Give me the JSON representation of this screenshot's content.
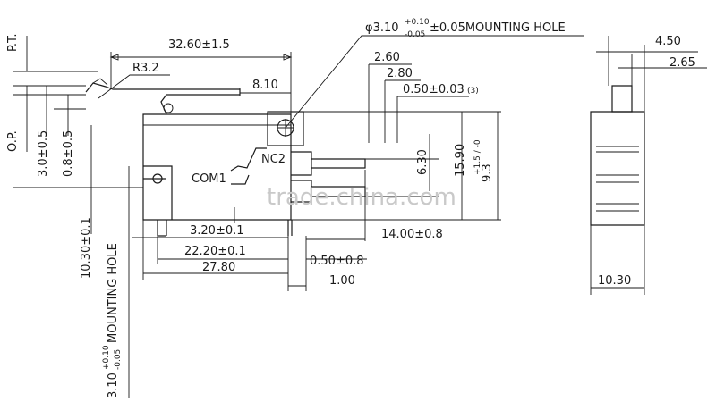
{
  "labels": {
    "pt": "P.T.",
    "op": "O.P.",
    "r32": "R3.2",
    "d3260": "32.60±1.5",
    "d810": "8.10",
    "mount_top": "φ3.10",
    "mount_top_sup": "+0.10",
    "mount_top_sub": "-0.05",
    "mount_top_rest": "±0.05MOUNTING HOLE",
    "d260": "2.60",
    "d280": "2.80",
    "d050a": "0.50±0.03",
    "d050a_note": "(3)",
    "d30": "3.0±0.5",
    "d08": "0.8±0.5",
    "d630": "6.30",
    "d1590": "15.90",
    "d93": "9.3",
    "d93_tol": "+1.5 / -0",
    "nc": "NC2",
    "com": "COM1",
    "d1030v": "10.30±0.1",
    "mount_left": "3.10",
    "mount_left_sup": "+0.10",
    "mount_left_sub": "-0.05",
    "mount_left_rest": " MOUNTING HOLE",
    "d320": "3.20±0.1",
    "d2220": "22.20±0.1",
    "d2780": "27.80",
    "d050b": "0.50±0.8",
    "d100": "1.00",
    "d1400": "14.00±0.8",
    "d450": "4.50",
    "d265": "2.65",
    "d1030h": "10.30",
    "watermark": "trade.china.com"
  }
}
